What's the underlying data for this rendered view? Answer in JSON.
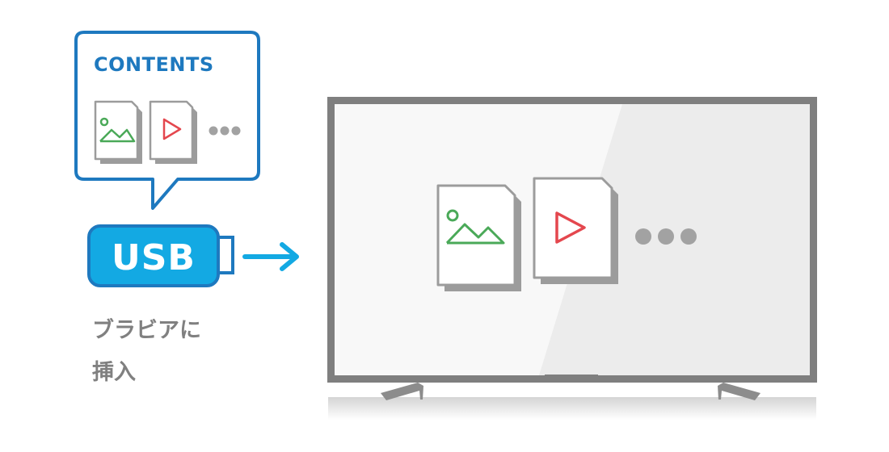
{
  "bubble": {
    "title": "CONTENTS",
    "items": [
      "image-file-icon",
      "video-file-icon",
      "more-dots-icon"
    ]
  },
  "usb": {
    "label": "USB"
  },
  "instruction": {
    "line1": "ブラビアに",
    "line2": "挿入"
  },
  "tv": {
    "items": [
      "image-file-icon",
      "video-file-icon",
      "more-dots-icon"
    ]
  },
  "colors": {
    "accent_blue": "#1e79bf",
    "usb_cyan": "#13a9e3",
    "arrow_cyan": "#13a9e3",
    "tv_frame": "#7f7f7f",
    "image_green": "#4aa958",
    "video_red": "#e4474e",
    "dots_gray": "#a2a2a2",
    "label_gray": "#808080"
  }
}
